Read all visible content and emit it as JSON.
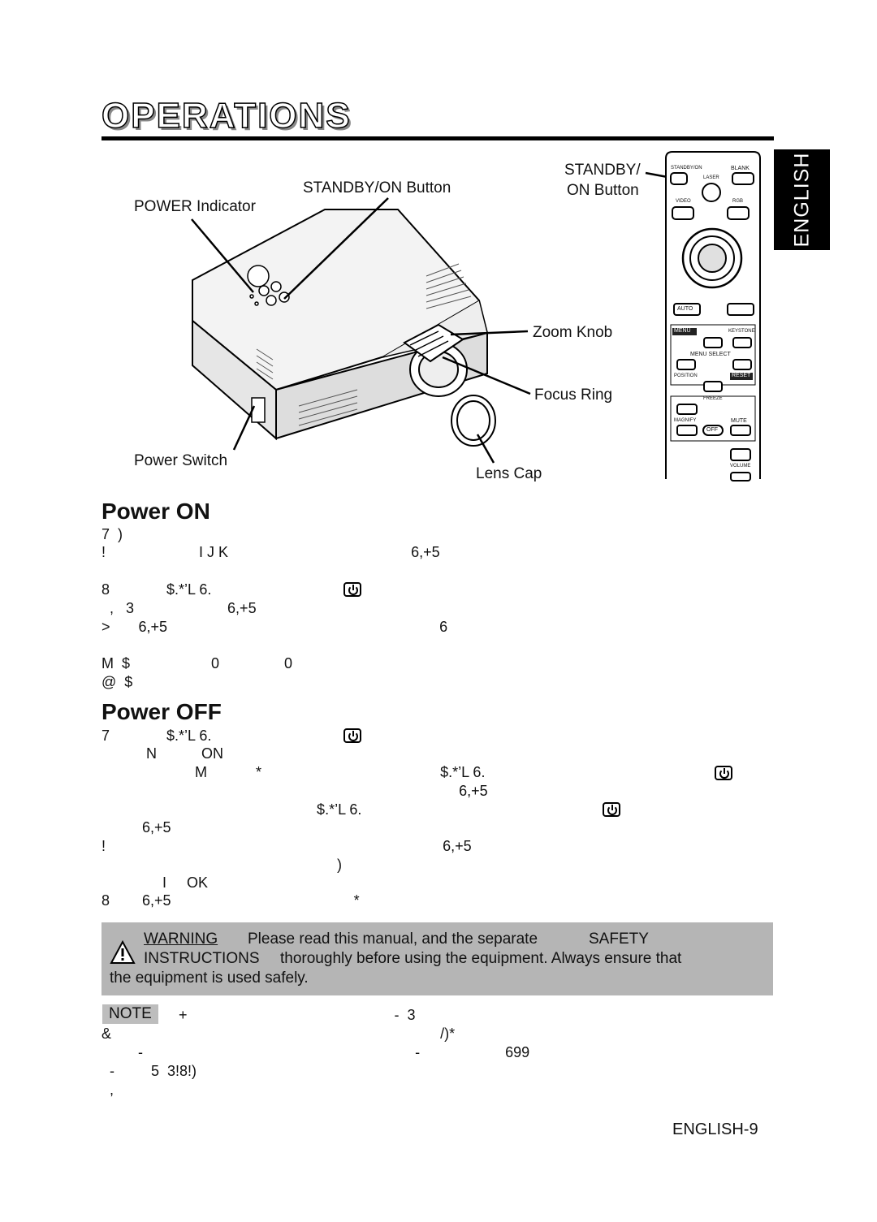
{
  "header": {
    "title": "OPERATIONS",
    "side_tab": "ENGLISH"
  },
  "figure": {
    "labels": {
      "standby_on_button": "STANDBY/ON Button",
      "power_indicator": "POWER Indicator",
      "zoom_knob": "Zoom Knob",
      "focus_ring": "Focus Ring",
      "power_switch": "Power Switch",
      "lens_cap": "Lens Cap",
      "remote_standby_line1": "STANDBY/",
      "remote_standby_line2": "ON Button"
    },
    "remote": {
      "standby_on": "STANDBY/ON",
      "blank": "BLANK",
      "laser": "LASER",
      "video": "VIDEO",
      "rgb": "RGB",
      "auto": "AUTO",
      "menu": "MENU",
      "keystone": "KEYSTONE",
      "menu_select": "MENU SELECT",
      "position": "POSITION",
      "reset": "RESET",
      "freeze": "FREEZE",
      "magnify": "MAGNIFY",
      "mute": "MUTE",
      "off": "OFF",
      "volume": "VOLUME"
    }
  },
  "power_on": {
    "heading": "Power ON",
    "lines": [
      "7  )",
      "!                       I J K                                             6,+5",
      "8              $.*’L 6.",
      "  ,   3                       6,+5",
      ">       6,+5                                                                   6",
      "M  $                    0                0",
      "@  $"
    ]
  },
  "power_off": {
    "heading": "Power OFF",
    "lines": [
      "7              $.*’L 6.",
      "           N           ON",
      "                       M            *                                            $.*’L 6.",
      "                                                                                        6,+5",
      "                                                     $.*’L 6.",
      "          6,+5",
      "!                                                                                   6,+5",
      "                                                          )",
      "               I     OK",
      "8        6,+5                                             *"
    ]
  },
  "warning": {
    "label": "WARNING",
    "line1": "Please read this manual, and the separate",
    "safety": "SAFETY",
    "instructions": "INSTRUCTIONS",
    "line2": "thoroughly before using the equipment. Always ensure that",
    "line3": "the equipment is used safely."
  },
  "note": {
    "badge": "NOTE",
    "lines": [
      "+                                                   -  3",
      "&                                                                                 /)*",
      "         -                                                                   -                     699",
      "  -         5  3!8!)",
      "  ,"
    ]
  },
  "footer": {
    "page": "ENGLISH-9"
  }
}
